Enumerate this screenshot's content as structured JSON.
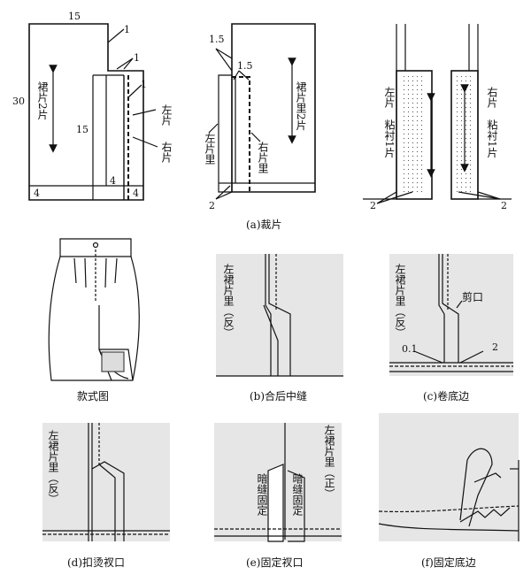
{
  "figure": {
    "a": {
      "caption": "(a)裁片",
      "dim_15_top": "15",
      "dim_30": "30",
      "dim_1a": "1",
      "dim_1b": "1",
      "dim_1c": "1",
      "dim_15_mid": "15",
      "dim_4a": "4",
      "dim_4b": "4",
      "dim_4c": "4",
      "skirt_label": "裙片2片",
      "left_piece": "左片",
      "right_piece": "右片",
      "dim_1_5a": "1.5",
      "dim_1_5b": "1.5",
      "lining_label": "裙片里2片",
      "left_lining": "左片里",
      "right_lining": "右片里",
      "dim_2a": "2",
      "left_interfacing": "左片",
      "left_interfacing2": "粘衬1片",
      "right_interfacing": "右片",
      "right_interfacing2": "粘衬1片",
      "dim_2b": "2",
      "dim_2c": "2"
    },
    "style": {
      "caption": "款式图"
    },
    "b": {
      "caption": "(b)合后中缝",
      "label": "左裙片里（反）"
    },
    "c": {
      "caption": "(c)卷底边",
      "label": "左裙片里（反）",
      "cut": "剪口",
      "dim_01": "0.1",
      "dim_2": "2"
    },
    "d": {
      "caption": "(d)扣烫衩口",
      "label": "左裙片里（反）"
    },
    "e": {
      "caption": "(e)固定衩口",
      "label_left": "暗缝固定",
      "label_mid": "暗缝固定",
      "label_right": "左裙片里（正）"
    },
    "f": {
      "caption": "(f)固定底边"
    }
  }
}
